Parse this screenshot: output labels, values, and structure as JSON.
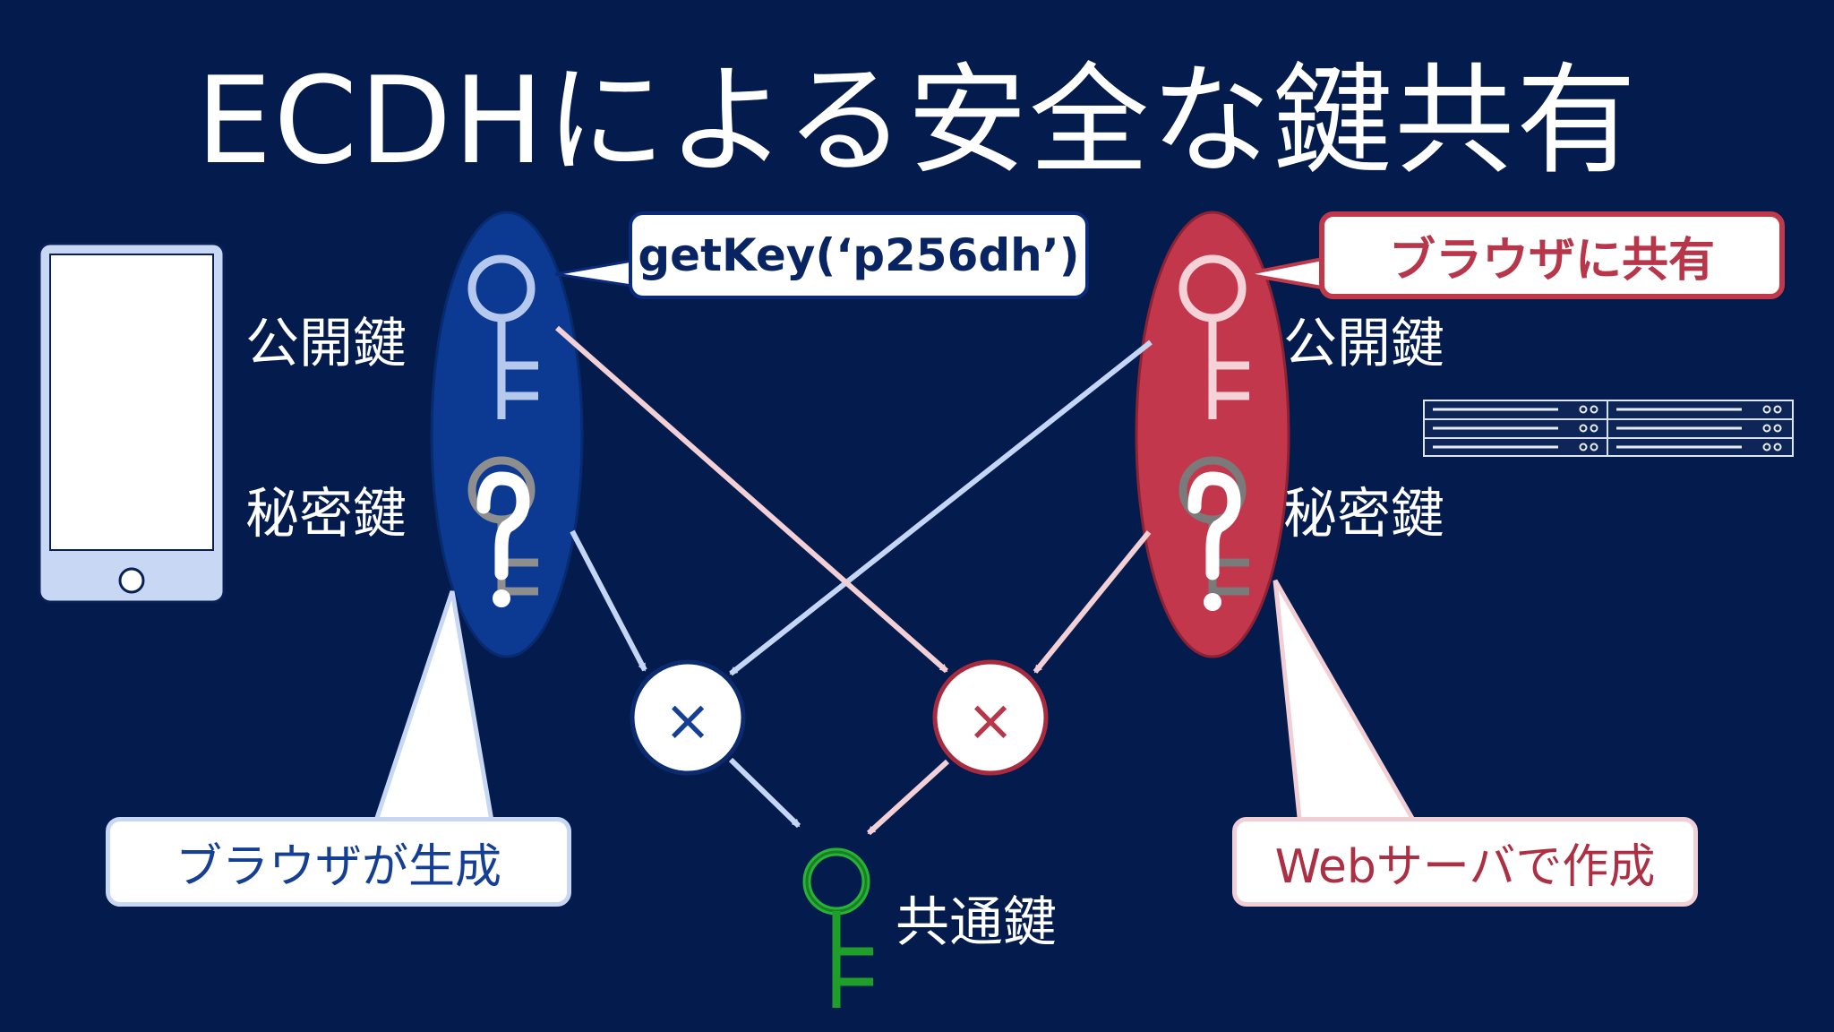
{
  "title": "ECDHによる安全な鍵共有",
  "browser_side": {
    "public_key_label": "公開鍵",
    "private_key_label": "秘密鍵",
    "code_callout": "getKey(‘p256dh’)",
    "origin_callout": "ブラウザが生成",
    "color": "#0c3a92"
  },
  "server_side": {
    "public_key_label": "公開鍵",
    "private_key_label": "秘密鍵",
    "share_callout": "ブラウザに共有",
    "origin_callout": "Webサーバで作成",
    "color": "#c3374c"
  },
  "operations": {
    "multiply_symbol": "×"
  },
  "shared_key": {
    "label": "共通鍵",
    "color": "#1f9e2a"
  },
  "icons": [
    "smartphone-icon",
    "server-rack-icon",
    "key-icon",
    "unknown-key-icon"
  ]
}
